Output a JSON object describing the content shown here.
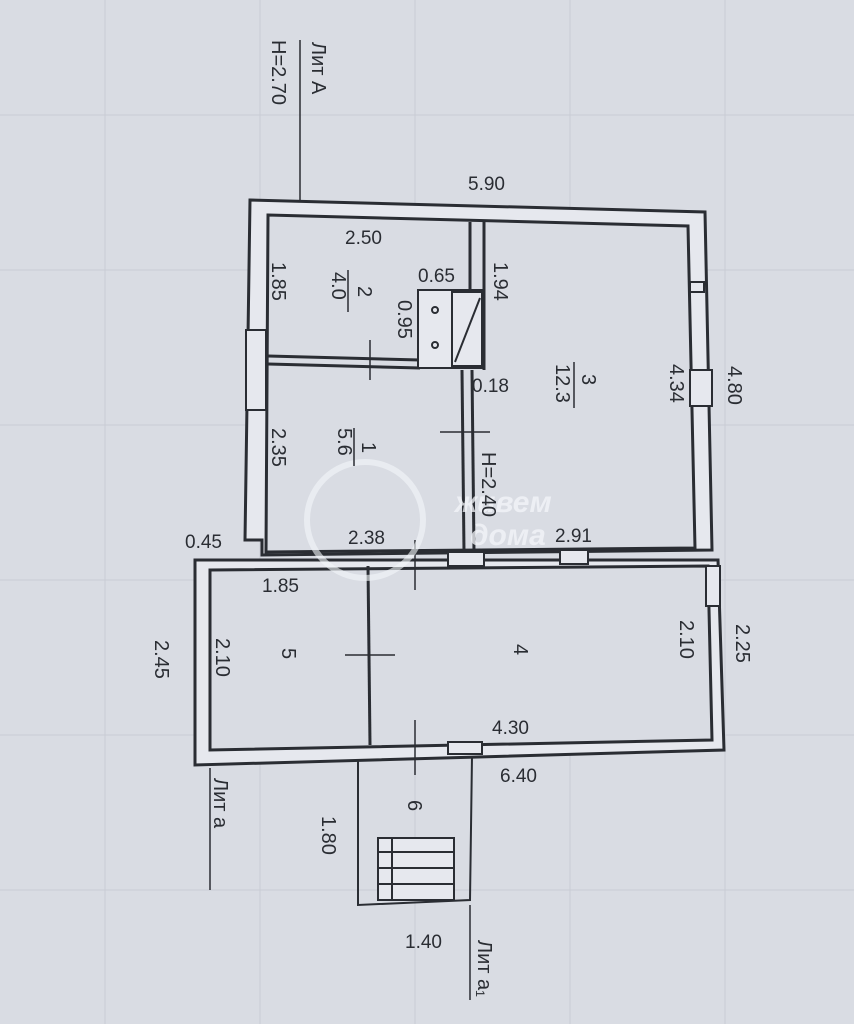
{
  "labels": {
    "lit_a_top": "Лит А",
    "height_main": "Н=2.70",
    "lit_a_bottom_left": "Лит а",
    "lit_a_bottom_right": "Лит а₁"
  },
  "dimensions": {
    "top_width": "5.90",
    "room2_width": "2.50",
    "room2_side": "1.85",
    "niche_w": "0.65",
    "niche_h": "0.95",
    "niche_side": "1.94",
    "wall_thickness": "0.18",
    "room3_side": "4.34",
    "right_total": "4.80",
    "room1_side": "2.35",
    "room1_width": "2.38",
    "room3_width": "2.91",
    "ceiling_height": "Н=2.40",
    "offset_left": "0.45",
    "room5_width": "1.85",
    "room5_side": "2.10",
    "left_total_bottom": "2.45",
    "room4_side": "2.10",
    "right_total_bottom": "2.25",
    "room4_width": "4.30",
    "bottom_total": "6.40",
    "porch_side": "1.80",
    "porch_width": "1.40"
  },
  "rooms": {
    "r1_num": "1",
    "r1_area": "5.6",
    "r2_num": "2",
    "r2_area": "4.0",
    "r3_num": "3",
    "r3_area": "12.3",
    "r4_num": "4",
    "r5_num": "5",
    "r6_num": "6"
  },
  "watermark": {
    "line1": "живем",
    "line2": "дома"
  },
  "colors": {
    "paper": "#d9dce3",
    "ink": "#2a2d33",
    "wall_fill": "#e6e8ee"
  }
}
